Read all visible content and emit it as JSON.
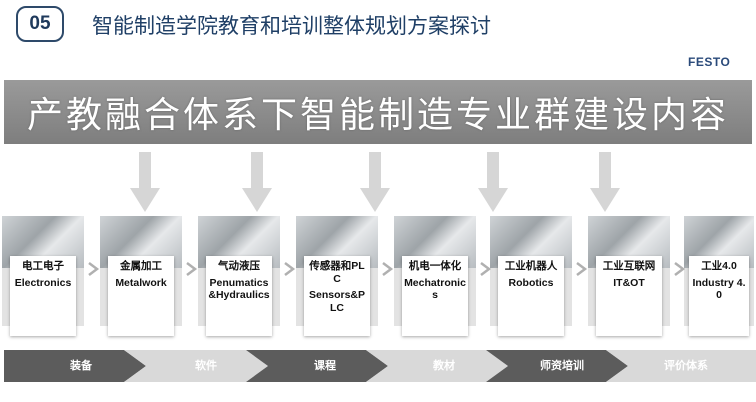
{
  "header": {
    "number": "05",
    "title": "智能制造学院教育和培训整体规划方案探讨",
    "logo": "FESTO"
  },
  "banner": {
    "text": "产教融合体系下智能制造专业群建设内容"
  },
  "cards": [
    {
      "zh": "电工电子",
      "en": "Electronics"
    },
    {
      "zh": "金属加工",
      "en": "Metalwork"
    },
    {
      "zh": "气动液压",
      "en": "Penumatics&Hydraulics"
    },
    {
      "zh": "传感器和PLC",
      "en": "Sensors&PLC"
    },
    {
      "zh": "机电一体化",
      "en": "Mechatronics"
    },
    {
      "zh": "工业机器人",
      "en": "Robotics"
    },
    {
      "zh": "工业互联网",
      "en": "IT&OT"
    },
    {
      "zh": "工业4.0",
      "en": "Industry 4.0"
    }
  ],
  "bottom_steps": [
    {
      "label": "装备"
    },
    {
      "label": "软件"
    },
    {
      "label": "课程"
    },
    {
      "label": "教材"
    },
    {
      "label": "师资培训"
    },
    {
      "label": "评价体系"
    }
  ],
  "colors": {
    "dark": "#5c5c5c",
    "light": "#d9d9d9",
    "title": "#1f3f66"
  }
}
